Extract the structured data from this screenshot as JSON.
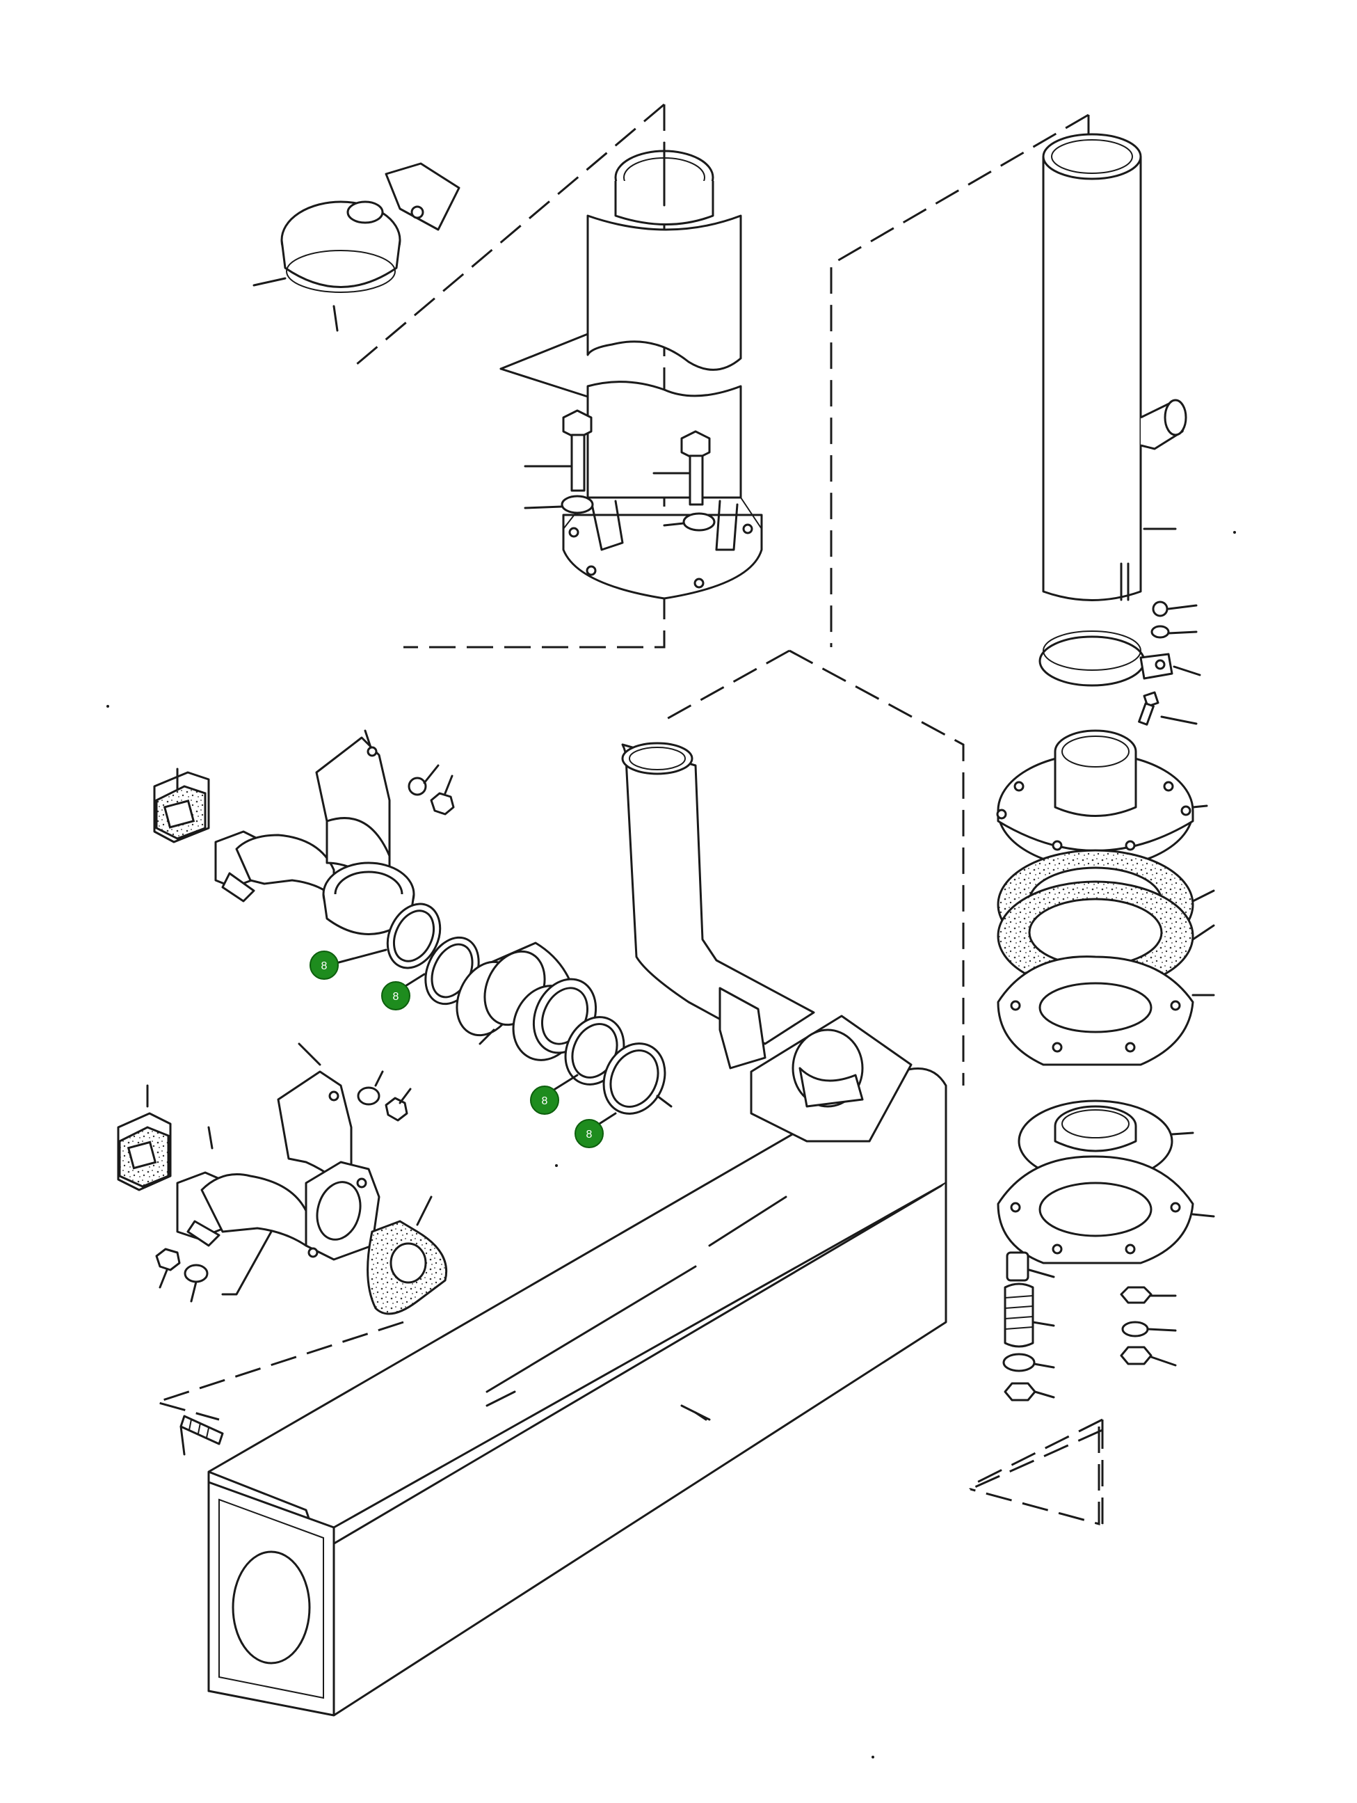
{
  "callouts": [
    {
      "id": "callout-1",
      "label": "8"
    },
    {
      "id": "callout-2",
      "label": "8"
    },
    {
      "id": "callout-3",
      "label": "8"
    },
    {
      "id": "callout-4",
      "label": "8"
    }
  ],
  "colors": {
    "line": "#1a1a1a",
    "callout_fill": "#1e8c1e",
    "background": "#ffffff"
  }
}
